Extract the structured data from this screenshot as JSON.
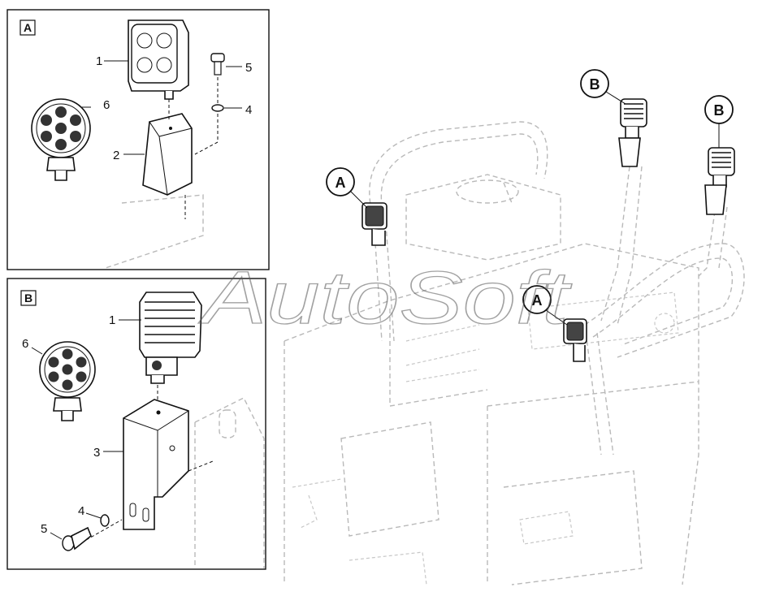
{
  "detail_a": {
    "letter": "A",
    "labels": [
      {
        "text": "1"
      },
      {
        "text": "5"
      },
      {
        "text": "6"
      },
      {
        "text": "4"
      },
      {
        "text": "2"
      }
    ]
  },
  "detail_b": {
    "letter": "B",
    "labels": [
      {
        "text": "1"
      },
      {
        "text": "6"
      },
      {
        "text": "3"
      },
      {
        "text": "4"
      },
      {
        "text": "5"
      }
    ]
  },
  "callouts": [
    {
      "letter": "A"
    },
    {
      "letter": "B"
    },
    {
      "letter": "B"
    },
    {
      "letter": "A"
    }
  ],
  "watermark": "AutoSoft"
}
